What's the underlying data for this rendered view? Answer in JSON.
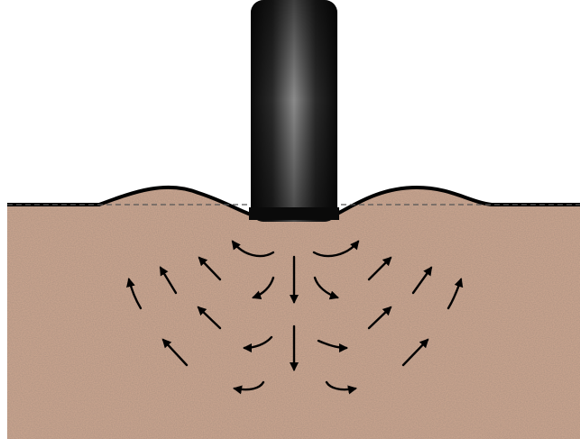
{
  "diagram": {
    "subject": "tire-on-soil-compaction",
    "colors": {
      "background": "#ffffff",
      "soil": "#c9a48e",
      "soil_outline": "#000000",
      "tire_dark": "#111111",
      "tire_highlight": "#8a8a8a",
      "arrow": "#000000",
      "reference_line": "#555555"
    },
    "elements": {
      "tire": "tire",
      "soil": "soil-body",
      "original_surface": "original-surface-dashed-line",
      "heave_left": "soil-heave-left",
      "heave_right": "soil-heave-right"
    },
    "arrow_flow": {
      "center_column": "downward",
      "sides": "outward-and-upward"
    }
  }
}
